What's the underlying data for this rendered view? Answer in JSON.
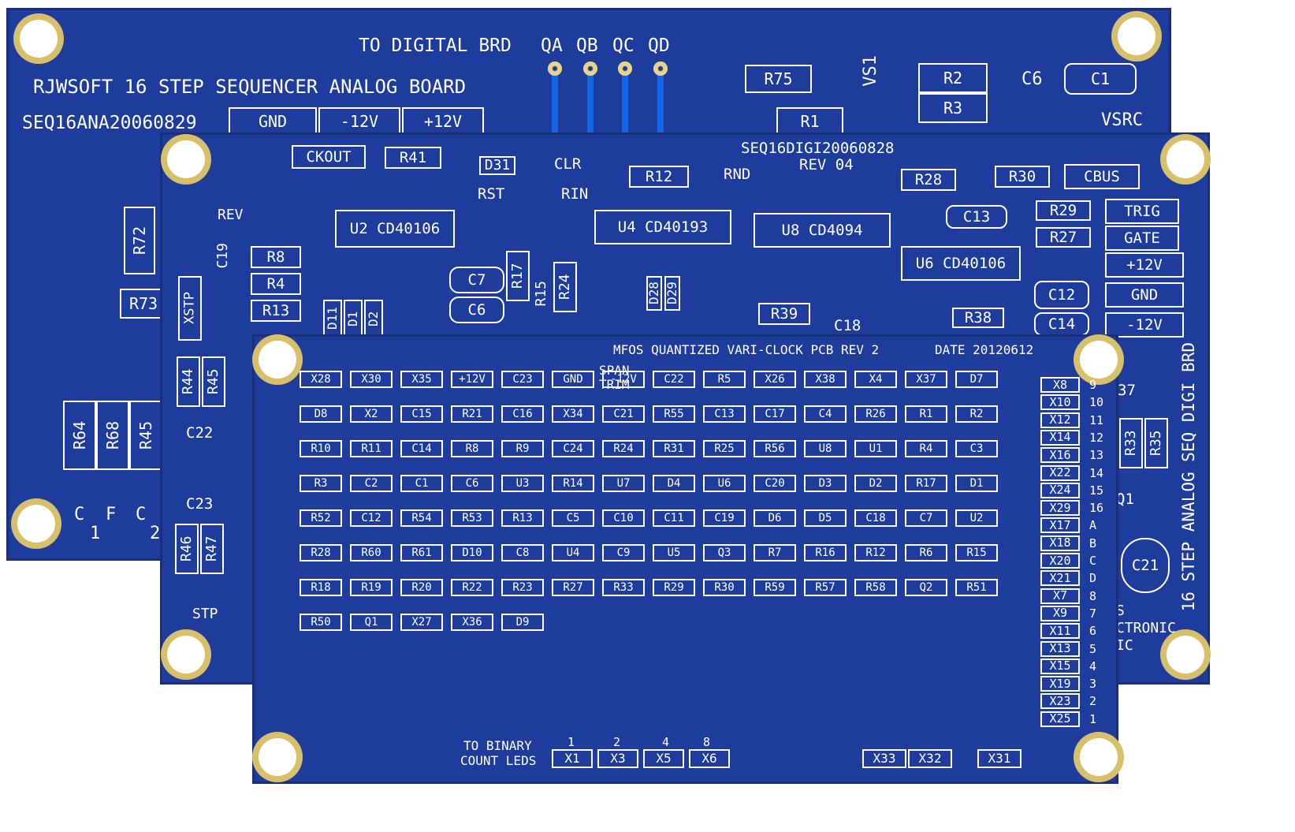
{
  "analog_board": {
    "title": "RJWSOFT  16 STEP SEQUENCER ANALOG BOARD",
    "code": "SEQ16ANA20060829",
    "power": [
      "GND",
      "-12V",
      "+12V"
    ],
    "to_digital": "TO DIGITAL BRD",
    "q_labels": [
      "QA",
      "QB",
      "QC",
      "QD"
    ],
    "parts": [
      "R75",
      "VS1",
      "R2",
      "R3",
      "C6",
      "C1",
      "R1",
      "VSRC",
      "R72",
      "R73",
      "R64",
      "R68",
      "R45"
    ],
    "bottom_labels": [
      "C",
      "F",
      "C",
      "1",
      "2"
    ]
  },
  "digital_board": {
    "code": "SEQ16DIGI20060828",
    "rev": "REV 04",
    "side_label": "16 STEP ANALOG SEQ DIGI BRD",
    "parts": [
      "CKOUT",
      "R41",
      "D31",
      "CLR",
      "RST",
      "RIN",
      "R12",
      "RND",
      "R28",
      "R30",
      "CBUS",
      "REV",
      "U2 CD40106",
      "U4 CD40193",
      "U8 CD4094",
      "C13",
      "R29",
      "TRIG",
      "R27",
      "GATE",
      "U6 CD40106",
      "+12V",
      "GND",
      "-12V",
      "C12",
      "C14",
      "R38",
      "C18",
      "R39",
      "C19",
      "R8",
      "R4",
      "R13",
      "C7",
      "C6",
      "R17",
      "R15",
      "R24",
      "D28",
      "D29",
      "XSTP",
      "D11",
      "D1",
      "D2",
      "R44",
      "R45",
      "C22",
      "C23",
      "R46",
      "R47",
      "STP",
      "R33",
      "R35",
      "Q1",
      "C21",
      "37"
    ],
    "bottom_text": [
      "S",
      "CTRONIC",
      "IC"
    ]
  },
  "clock_board": {
    "title": "MFOS QUANTIZED VARI-CLOCK PCB REV 2",
    "date": "DATE 20120612",
    "bottom_label_1": "TO BINARY",
    "bottom_label_2": "COUNT LEDS",
    "span_trim": [
      "SPAN",
      "TRIM"
    ],
    "parts": [
      "X28",
      "X30",
      "X35",
      "+12V",
      "C23",
      "GND",
      "-12V",
      "C22",
      "R5",
      "X26",
      "X38",
      "X4",
      "X37",
      "D7",
      "D8",
      "X2",
      "C15",
      "R21",
      "C16",
      "X34",
      "C21",
      "R55",
      "C13",
      "C17",
      "C4",
      "R26",
      "R1",
      "R2",
      "R10",
      "R11",
      "C14",
      "R8",
      "R9",
      "C24",
      "R24",
      "R31",
      "R25",
      "R56",
      "U8",
      "U1",
      "R4",
      "C3",
      "R3",
      "C2",
      "C1",
      "C6",
      "U3",
      "R14",
      "U7",
      "D4",
      "U6",
      "C20",
      "D3",
      "D2",
      "R17",
      "D1",
      "R52",
      "C12",
      "R54",
      "R53",
      "R13",
      "C5",
      "C10",
      "C11",
      "C19",
      "D6",
      "D5",
      "C18",
      "C7",
      "U2",
      "R28",
      "R60",
      "R61",
      "D10",
      "C8",
      "U4",
      "C9",
      "U5",
      "Q3",
      "R7",
      "R16",
      "R12",
      "R6",
      "R15",
      "R18",
      "R19",
      "R20",
      "R22",
      "R23",
      "R27",
      "R33",
      "R29",
      "R30",
      "R59",
      "R57",
      "R58",
      "Q2",
      "R51",
      "R50",
      "Q1",
      "X27",
      "X36",
      "D9"
    ],
    "bottom_pins": [
      "X1",
      "X3",
      "X5",
      "X6"
    ],
    "bottom_numbers": [
      "1",
      "2",
      "4",
      "8"
    ],
    "bottom_right_pins": [
      "X33",
      "X32",
      "X31"
    ],
    "x_column": [
      "X8",
      "X10",
      "X12",
      "X14",
      "X16",
      "X22",
      "X24",
      "X29",
      "X17",
      "X18",
      "X20",
      "X21",
      "X7",
      "X9",
      "X11",
      "X13",
      "X15",
      "X19",
      "X23",
      "X25"
    ],
    "x_column_labels": [
      "9",
      "10",
      "11",
      "12",
      "13",
      "14",
      "15",
      "16",
      "A",
      "B",
      "C",
      "D",
      "8",
      "7",
      "6",
      "5",
      "4",
      "3",
      "2",
      "1"
    ]
  }
}
